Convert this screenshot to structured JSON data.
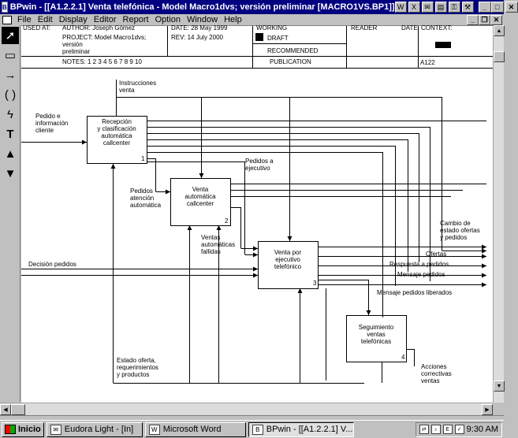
{
  "window": {
    "title": "BPwin - [[A1.2.2.1] Venta telefónica - Model Macro1dvs; versión preliminar  [MACRO1VS.BP1]]"
  },
  "menu": [
    "File",
    "Edit",
    "Display",
    "Editor",
    "Report",
    "Option",
    "Window",
    "Help"
  ],
  "header": {
    "used_at": "USED AT:",
    "author": "AUTHOR:  Joseph Gómez",
    "date": "DATE:  28 May 1999",
    "working": "WORKING",
    "reader": "READER",
    "date2": "DATE",
    "context": "CONTEXT:",
    "project": "PROJECT:  Model Macro1dvs; versión\npreliminar",
    "rev": "REV:    14 July 2000",
    "draft": "DRAFT",
    "recommended": "RECOMMENDED",
    "publication": "PUBLICATION",
    "notes": "NOTES:  1  2  3  4  5  6  7  8  9  10",
    "node": "A122"
  },
  "diagram": {
    "boxes": [
      {
        "label": "Recepción\ny clasificación\nautomática\ncallcenter",
        "num": "1"
      },
      {
        "label": "Venta\nautomática\ncallcenter",
        "num": "2"
      },
      {
        "label": "Venta por\nejecutivo\ntelefónico",
        "num": "3"
      },
      {
        "label": "Seguimiento\nventas\ntelefónicas",
        "num": "4"
      }
    ],
    "arrows": {
      "instrucciones": "Instrucciones\nventa",
      "pedido_info": "Pedido e\ninformación\ncliente",
      "pedidos_ejecutivo": "Pedidos a\nejecutivo",
      "pedidos_atencion": "Pedidos\natención\nautomática",
      "ventas_fallidas": "Ventas\nautomáticas\nfallidas",
      "decision": "Decisión pedidos",
      "cambio": "Cambio de\nestado ofertas\ny pedidos",
      "ofertas": "Ofertas",
      "respuesta": "Respuesta a pedidos",
      "mensaje": "Mensaje pedidos",
      "mensaje_liberacion": "Mensaje pedidos liberados",
      "estado": "Estado oferta,\nrequerimientos\ny productos",
      "acciones": "Acciones\ncorrectivas\nventas"
    }
  },
  "taskbar": {
    "start": "Inicio",
    "tasks": [
      "Eudora Light - [In]",
      "Microsoft Word",
      "BPwin - [[A1.2.2.1] V..."
    ],
    "clock": "9:30 AM"
  }
}
